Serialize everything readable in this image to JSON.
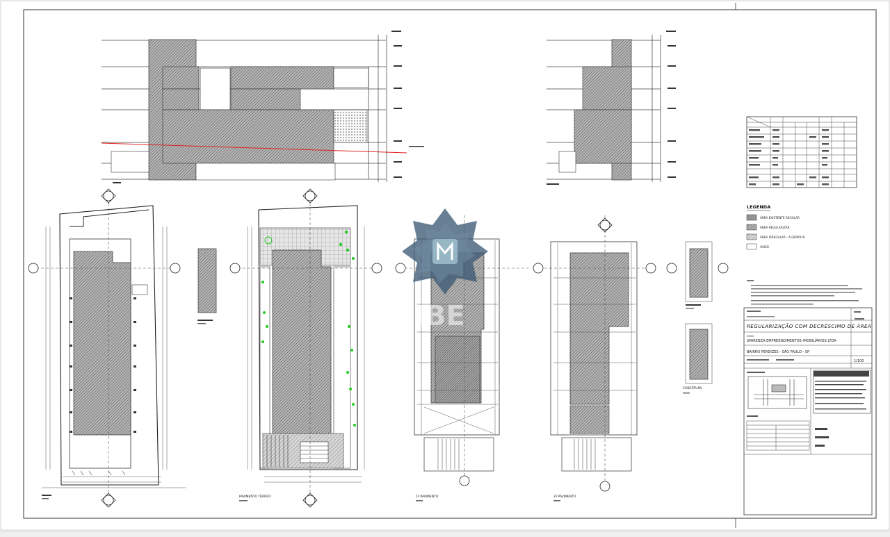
{
  "sheet": {
    "legend_title": "LEGENDA",
    "legend_items": [
      {
        "label": "ÁREA EXISTENTE REGULAR",
        "fill": "hatch-dense"
      },
      {
        "label": "ÁREA REGULARIZAR",
        "fill": "hatch"
      },
      {
        "label": "ÁREA IRREGULAR - A DEMOLIR",
        "fill": "hatch-light"
      },
      {
        "label": "VAZIO",
        "fill": "none"
      }
    ],
    "title_block": {
      "title": "REGULARIZAÇÃO COM DECRÉSCIMO DE ÁREA",
      "owner": "SPARENZA EMPREENDIMENTOS IMOBILIÁRIOS LTDA",
      "address": "BAIRRO PERDIZES - SÃO PAULO - SP",
      "scale": "1/100"
    },
    "view_labels": {
      "ground_floor": "PAVIMENTO TÉRREO",
      "first_floor": "1º PAVIMENTO",
      "second_floor": "2º PAVIMENTO",
      "roof": "COBERTURA"
    },
    "watermark": "IBE",
    "colors": {
      "line": "#2a2a2a",
      "hatch": "#555555",
      "accent_red": "#e02020",
      "accent_green": "#22cc22",
      "watermark": "#3e5a74"
    }
  }
}
